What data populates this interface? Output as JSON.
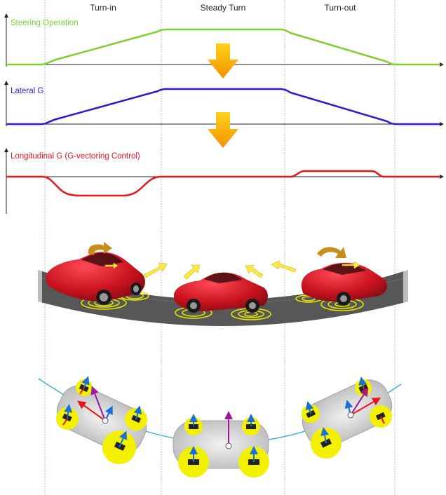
{
  "phases": {
    "turn_in": "Turn-in",
    "steady": "Steady Turn",
    "turn_out": "Turn-out"
  },
  "plots": {
    "steering": {
      "label": "Steering Operation",
      "color": "#7dcf2e"
    },
    "lateral": {
      "label": "Lateral G",
      "color": "#2a1ad8"
    },
    "longitudinal": {
      "label": "Longitudinal G (G-vectoring Control)",
      "color": "#e8141b"
    }
  },
  "colors": {
    "arrow_down": "#f5a300",
    "road": "#5a5a5a",
    "car": "#d01a2a",
    "tire_ring": "#e8e600",
    "path": "#3aaee0",
    "force_blue": "#1a6fd8",
    "force_red": "#e8141b",
    "force_purple": "#9a1a9a"
  },
  "icons": [
    "down-arrow-icon",
    "rotation-arrow-icon",
    "motion-arrow-icon"
  ]
}
